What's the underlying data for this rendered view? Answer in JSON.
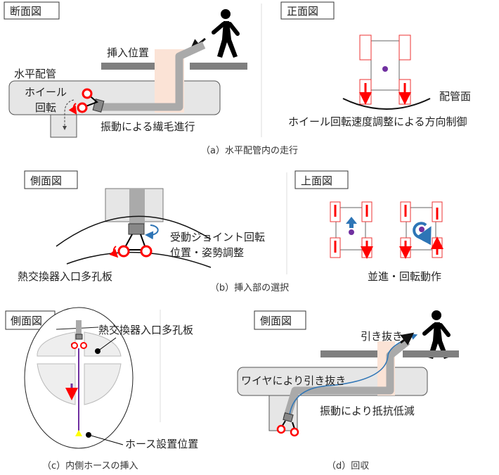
{
  "panel_a": {
    "left_view_label": "断面図",
    "insert_position": "挿入位置",
    "horizontal_pipe": "水平配管",
    "wheel": "ホイール",
    "rotation": "回転",
    "cilia_motion": "振動による繊毛進行",
    "right_view_label": "正面図",
    "pipe_surface": "配管面",
    "direction_control": "ホイール回転速度調整による方向制御",
    "caption": "（a）水平配管内の走行"
  },
  "panel_b": {
    "left_view_label": "側面図",
    "joint_rotation": "受動ジョイント回転",
    "pose_adjust": "位置・姿勢調整",
    "perforated_plate": "熱交換器入口多孔板",
    "right_view_label": "上面図",
    "motion": "並進・回転動作",
    "caption": "（b）挿入部の選択"
  },
  "panel_c": {
    "view_label": "側面図",
    "perforated_plate": "熱交換器入口多孔板",
    "hose_position": "ホース設置位置",
    "caption": "（c）内側ホースの挿入"
  },
  "panel_d": {
    "view_label": "側面図",
    "pull_out": "引き抜き",
    "wire_pull": "ワイヤにより引き抜き",
    "vibration": "振動により抵抗低減",
    "caption": "（d）回収"
  },
  "colors": {
    "wheel": "#ff0000",
    "hose": "#aaaaaa",
    "peach": "#fbe3d6",
    "purple": "#7030a0",
    "blue": "#2e75b6"
  }
}
